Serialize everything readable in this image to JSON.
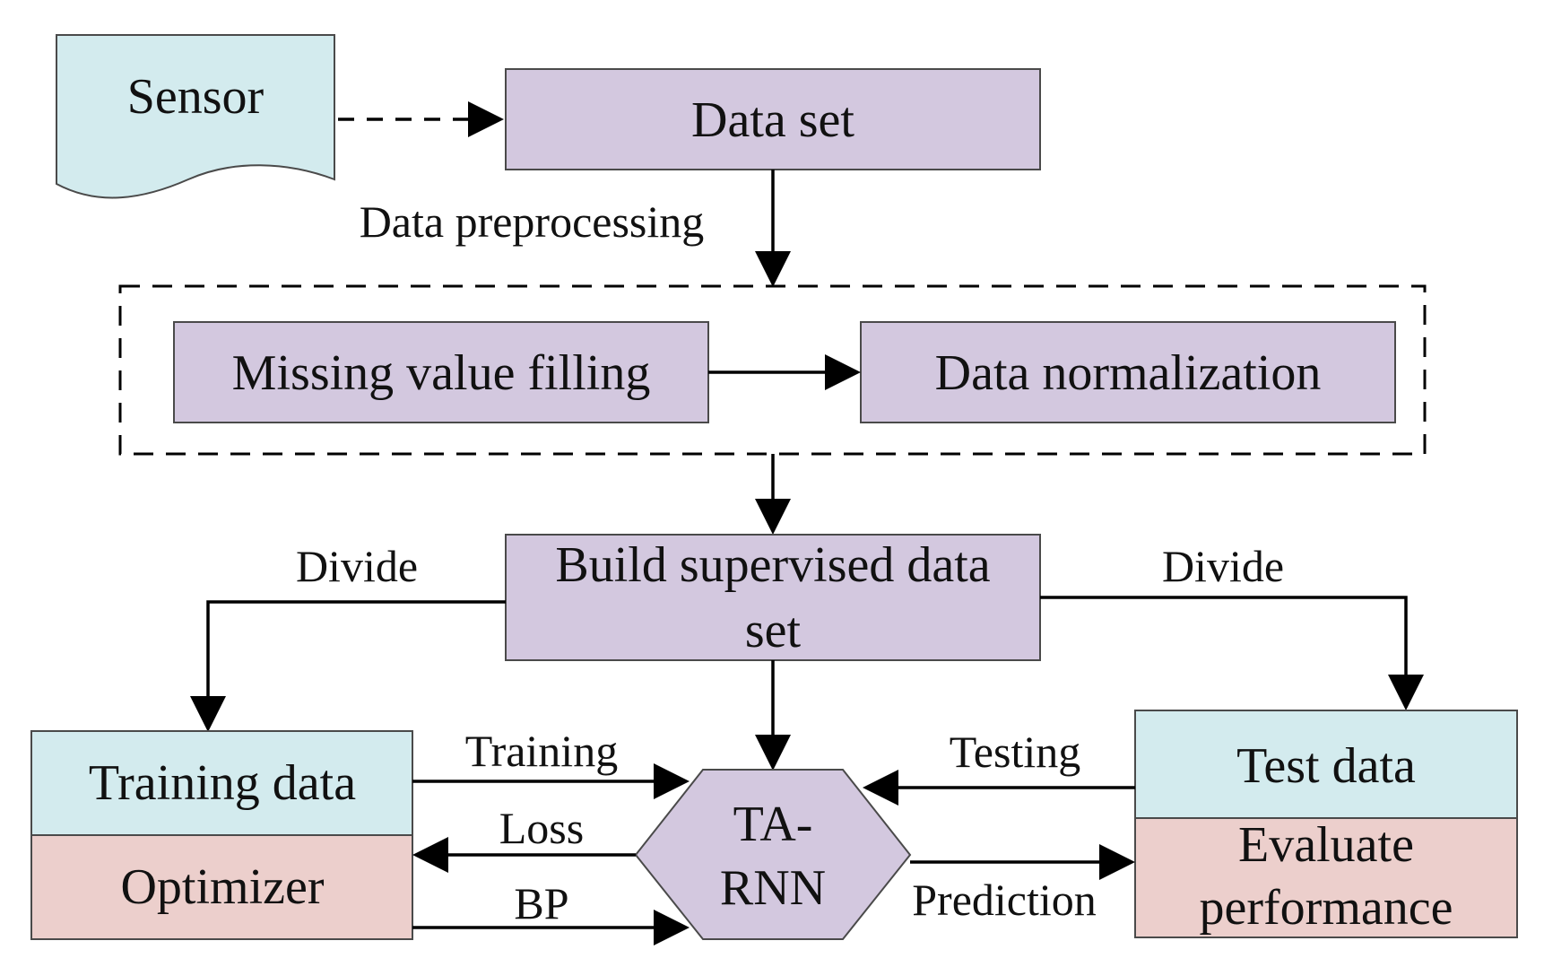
{
  "nodes": {
    "sensor": "Sensor",
    "data_set": "Data set",
    "missing_value": "Missing value filling",
    "normalization": "Data normalization",
    "build_supervised_line1": "Build supervised data",
    "build_supervised_line2": "set",
    "training_data": "Training data",
    "optimizer": "Optimizer",
    "ta_rnn_line1": "TA-",
    "ta_rnn_line2": "RNN",
    "test_data": "Test data",
    "evaluate_line1": "Evaluate",
    "evaluate_line2": "performance"
  },
  "edges": {
    "preprocessing": "Data preprocessing",
    "divide_left": "Divide",
    "divide_right": "Divide",
    "training": "Training",
    "loss": "Loss",
    "bp": "BP",
    "testing": "Testing",
    "prediction": "Prediction"
  },
  "colors": {
    "process_fill": "#d3c8df",
    "data_fill": "#d3ebee",
    "result_fill": "#eccfcc"
  }
}
